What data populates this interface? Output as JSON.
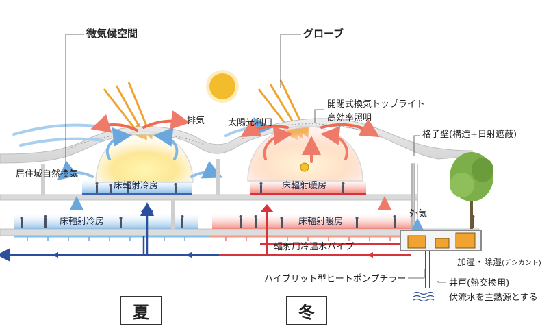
{
  "labels": {
    "microclimate": "微気候空間",
    "globe": "グローブ",
    "exhaust": "排気",
    "solar_use": "太陽光利用",
    "skylight": "開閉式換気トップライト",
    "efficient_lighting": "高効率照明",
    "lattice_wall": "格子壁(構造+日射遮蔽)",
    "natural_ventilation": "居住域自然換気",
    "floor_cooling_upper": "床輻射冷房",
    "floor_heating_upper": "床輻射暖房",
    "floor_cooling_lower": "床輻射冷房",
    "floor_heating_lower": "床輻射暖房",
    "outside_air": "外気",
    "radiant_pipe": "輻射用冷温水パイプ",
    "humidify_main": "加湿・除湿",
    "humidify_sub": "(デシカント)",
    "heat_pump": "ハイブリット型ヒートポンプチラー",
    "well": "井戸(熱交換用)",
    "groundwater": "伏流水を主熱源とする"
  },
  "seasons": {
    "summer": "夏",
    "winter": "冬"
  },
  "colors": {
    "cool": "#2f6fc0",
    "cool_light": "#9cc9ee",
    "warm": "#e23a3a",
    "warm_light": "#f5a08c",
    "pipe_blue": "#2b4f9e",
    "pipe_red": "#d8333a",
    "sun": "#f2b51c",
    "tree": "#7cae4a",
    "building_gray": "#cfcfcf",
    "equipment_orange": "#f0a330"
  }
}
